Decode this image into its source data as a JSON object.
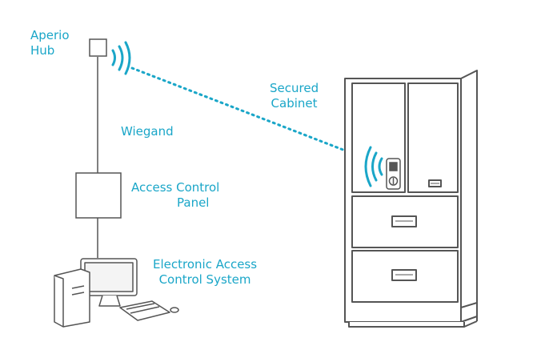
{
  "labels": {
    "hub_line1": "Aperio",
    "hub_line2": "Hub",
    "wiegand": "Wiegand",
    "panel_line1": "Access Control",
    "panel_line2": "Panel",
    "system_line1": "Electronic Access",
    "system_line2": "Control System",
    "cabinet_line1": "Secured",
    "cabinet_line2": "Cabinet"
  },
  "colors": {
    "accent": "#1aa6c8",
    "line": "#555555"
  },
  "icons": {
    "hub": "aperio-hub-icon",
    "panel": "access-control-panel-icon",
    "computer": "computer-workstation-icon",
    "cabinet": "secured-cabinet-icon",
    "lock": "aperio-lock-icon",
    "wireless": "wireless-signal-icon"
  }
}
